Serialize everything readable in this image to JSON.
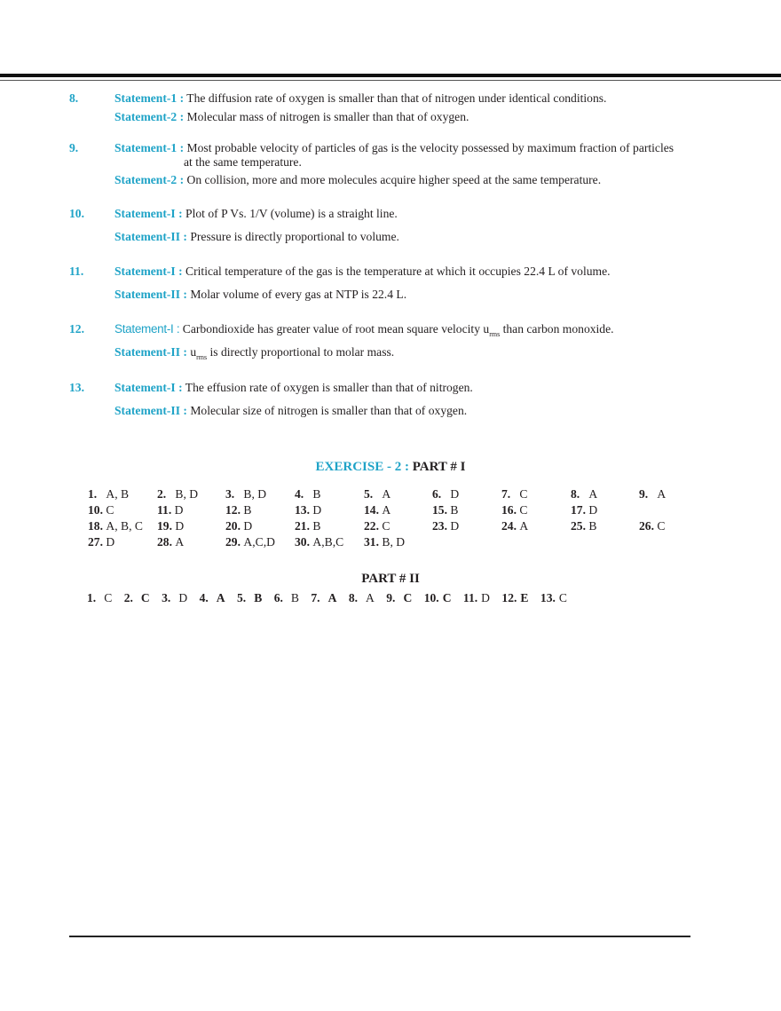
{
  "questions": [
    {
      "number": "8.",
      "statements": [
        {
          "label": "Statement-1 :",
          "lines": [
            "The diffusion rate of oxygen is smaller than that of nitrogen under identical conditions."
          ]
        },
        {
          "label": "Statement-2 :",
          "lines": [
            "Molecular mass of nitrogen is smaller than that of oxygen."
          ]
        }
      ]
    },
    {
      "number": "9.",
      "statements": [
        {
          "label": "Statement-1 :",
          "lines": [
            "Most probable velocity of particles of gas is the velocity possessed by maximum fraction of particles",
            "at the same temperature."
          ]
        },
        {
          "label": "Statement-2 :",
          "lines": [
            "On collision, more and more molecules acquire higher speed at the same temperature."
          ]
        }
      ]
    },
    {
      "number": "10.",
      "statements": [
        {
          "label": "Statement-I :",
          "lines": [
            "Plot of P Vs. 1/V (volume) is a straight line."
          ]
        },
        {
          "label": "Statement-II :",
          "lines": [
            "Pressure is directly proportional to volume."
          ]
        }
      ]
    },
    {
      "number": "11.",
      "statements": [
        {
          "label": "Statement-I :",
          "lines": [
            "Critical temperature of the gas is the temperature at which it occupies 22.4 L of volume."
          ]
        },
        {
          "label": "Statement-II :",
          "lines": [
            "Molar volume of every gas at NTP is 22.4 L."
          ]
        }
      ]
    },
    {
      "number": "12.",
      "statements": [
        {
          "label": "Statement-I :",
          "text_before": "Carbondioxide has greater value of root mean square velocity u",
          "sub": "rms",
          "text_after": " than carbon monoxide."
        },
        {
          "label": "Statement-II :",
          "text_before": "u",
          "sub": "rms",
          "text_after": " is directly proportional to molar mass."
        }
      ]
    },
    {
      "number": "13.",
      "statements": [
        {
          "label": "Statement-I :",
          "lines": [
            "The effusion rate of oxygen is smaller than that of nitrogen."
          ]
        },
        {
          "label": "Statement-II :",
          "lines": [
            "Molecular size of nitrogen is smaller than that of oxygen."
          ]
        }
      ]
    }
  ],
  "exercise": {
    "title_prefix": "EXERCISE - 2 :",
    "title_suffix": "PART # I",
    "part1_answers": [
      [
        {
          "n": "1.",
          "v": "A, B"
        },
        {
          "n": "2.",
          "v": "B, D"
        },
        {
          "n": "3.",
          "v": "B, D"
        },
        {
          "n": "4.",
          "v": "B"
        },
        {
          "n": "5.",
          "v": "A"
        },
        {
          "n": "6.",
          "v": "D"
        },
        {
          "n": "7.",
          "v": "C"
        },
        {
          "n": "8.",
          "v": "A"
        },
        {
          "n": "9.",
          "v": "A"
        }
      ],
      [
        {
          "n": "10.",
          "v": "C"
        },
        {
          "n": "11.",
          "v": "D"
        },
        {
          "n": "12.",
          "v": "B"
        },
        {
          "n": "13.",
          "v": "D"
        },
        {
          "n": "14.",
          "v": "A"
        },
        {
          "n": "15.",
          "v": "B"
        },
        {
          "n": "16.",
          "v": "C"
        },
        {
          "n": "17.",
          "v": "D"
        }
      ],
      [
        {
          "n": "18.",
          "v": "A, B, C"
        },
        {
          "n": "19.",
          "v": "D"
        },
        {
          "n": "20.",
          "v": "D"
        },
        {
          "n": "21.",
          "v": "B"
        },
        {
          "n": "22.",
          "v": "C"
        },
        {
          "n": "23.",
          "v": "D"
        },
        {
          "n": "24.",
          "v": "A"
        },
        {
          "n": "25.",
          "v": "B"
        },
        {
          "n": "26.",
          "v": "C"
        }
      ],
      [
        {
          "n": "27.",
          "v": "D"
        },
        {
          "n": "28.",
          "v": "A"
        },
        {
          "n": "29.",
          "v": "A,C,D"
        },
        {
          "n": "30.",
          "v": "A,B,C"
        },
        {
          "n": "31.",
          "v": "B, D"
        }
      ]
    ],
    "part2_title": "PART # II",
    "part2_answers": [
      {
        "n": "1.",
        "v": "C",
        "bold": false
      },
      {
        "n": "2.",
        "v": "C",
        "bold": true
      },
      {
        "n": "3.",
        "v": "D",
        "bold": false
      },
      {
        "n": "4.",
        "v": "A",
        "bold": true
      },
      {
        "n": "5.",
        "v": "B",
        "bold": true
      },
      {
        "n": "6.",
        "v": "B",
        "bold": false
      },
      {
        "n": "7.",
        "v": "A",
        "bold": true
      },
      {
        "n": "8.",
        "v": "A",
        "bold": false
      },
      {
        "n": "9.",
        "v": "C",
        "bold": true
      },
      {
        "n": "10.",
        "v": "C",
        "bold": true
      },
      {
        "n": "11.",
        "v": "D",
        "bold": false
      },
      {
        "n": "12.",
        "v": "E",
        "bold": true
      },
      {
        "n": "13.",
        "v": "C",
        "bold": false
      }
    ]
  },
  "colors": {
    "accent": "#1fa3c7",
    "text": "#231f20"
  }
}
